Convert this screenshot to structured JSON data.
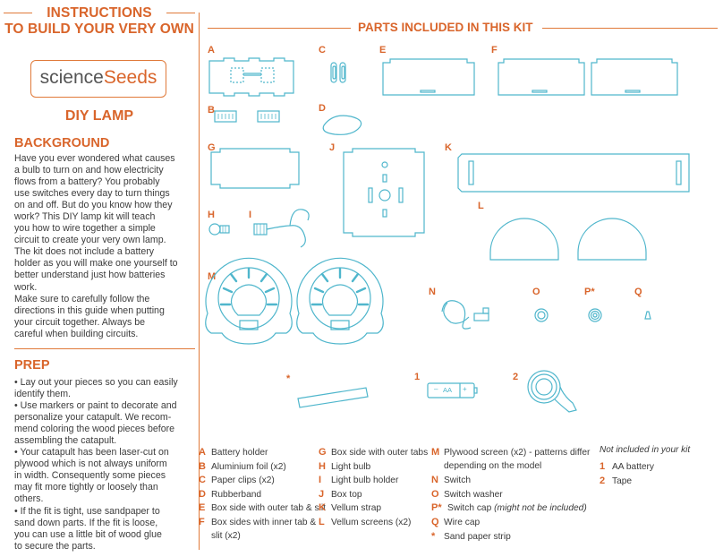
{
  "left": {
    "title_line1": "INSTRUCTIONS",
    "title_line2": "TO BUILD YOUR VERY OWN",
    "logo_part1": "science",
    "logo_part2": "Seeds",
    "product_title": "DIY LAMP",
    "background_heading": "BACKGROUND",
    "background_lines": [
      "Have you ever wondered what causes",
      "a bulb to turn on and how electricity",
      "flows from a battery?  You probably",
      "use switches every day to turn things",
      "on and off. But do you know how they",
      "work? This DIY lamp kit will teach",
      "you how to wire together a simple",
      "circuit to create your very own lamp.",
      "The kit does not include a battery",
      "holder as you will make one yourself to",
      "better understand just how batteries",
      "work.",
      "Make sure to carefully follow the",
      "directions in this guide when putting",
      "your circuit together.  Always be",
      "careful when building circuits."
    ],
    "prep_heading": "PREP",
    "prep_lines": [
      "• Lay out your pieces so you can easily",
      "identify them.",
      "• Use markers or paint to decorate and",
      "personalize your catapult. We recom-",
      "mend coloring the wood pieces before",
      "assembling the catapult.",
      "• Your catapult has been laser-cut on",
      "plywood which is not always uniform",
      "in width. Consequently some pieces",
      "may fit more tightly or loosely than",
      "others.",
      " • If the fit is tight, use sandpaper to",
      "sand down parts. If the fit is loose,",
      "you can use a little bit of wood glue",
      "to secure the parts."
    ]
  },
  "parts": {
    "heading": "PARTS INCLUDED IN THIS KIT",
    "labels": [
      "A",
      "B",
      "C",
      "D",
      "E",
      "F",
      "G",
      "H",
      "I",
      "J",
      "K",
      "L",
      "M",
      "N",
      "O",
      "P*",
      "Q",
      "*",
      "1",
      "2"
    ],
    "battery_text": "AA",
    "battery_minus": "–",
    "battery_plus": "+"
  },
  "legend": {
    "col1": [
      {
        "k": "A",
        "text": "Battery holder"
      },
      {
        "k": "B",
        "text": "Aluminium foil (x2)"
      },
      {
        "k": "C",
        "text": "Paper clips (x2)"
      },
      {
        "k": "D",
        "text": "Rubberband"
      },
      {
        "k": "E",
        "text": "Box side with outer tab & slit"
      },
      {
        "k": "F",
        "text": "Box sides with inner tab  &"
      },
      {
        "k": "",
        "text": "slit (x2)"
      }
    ],
    "col2": [
      {
        "k": "G",
        "text": "Box side with outer tabs"
      },
      {
        "k": "H",
        "text": "Light bulb"
      },
      {
        "k": "I",
        "text": "Light bulb holder"
      },
      {
        "k": "J",
        "text": "Box top"
      },
      {
        "k": "K",
        "text": "Vellum strap"
      },
      {
        "k": "L",
        "text": "Vellum screens (x2)"
      }
    ],
    "col3": [
      {
        "k": "M",
        "text": "Plywood screen (x2) - patterns differ"
      },
      {
        "k": "",
        "text": "depending on the model"
      },
      {
        "k": "N",
        "text": "Switch"
      },
      {
        "k": "O",
        "text": "Switch washer"
      },
      {
        "k": "P*",
        "text": "Switch cap",
        "note": "(might not be included)"
      },
      {
        "k": "Q",
        "text": "Wire cap"
      },
      {
        "k": "*",
        "text": "Sand paper strip"
      }
    ],
    "not_included_heading": "Not included in your kit",
    "col4": [
      {
        "k": "1",
        "text": "AA battery"
      },
      {
        "k": "2",
        "text": "Tape"
      }
    ]
  },
  "colors": {
    "accent": "#d9652b",
    "line": "#4fb6cc",
    "text": "#3b3b3b"
  }
}
